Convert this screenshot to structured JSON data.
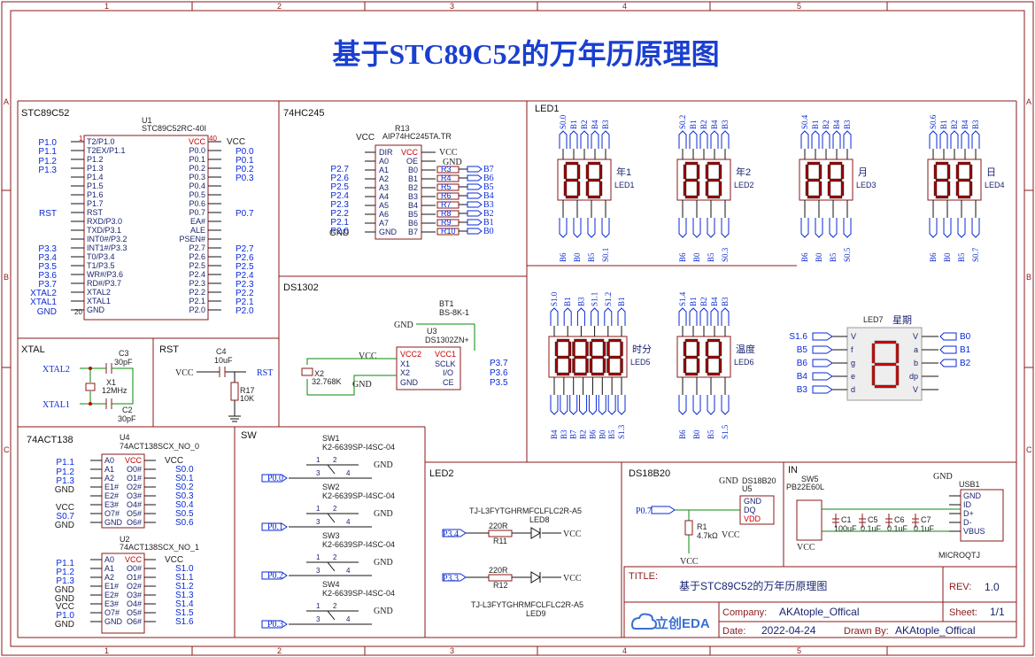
{
  "colors": {
    "border": "#8b1a1a",
    "title": "#1a3fd0",
    "net": "#0a2ad6",
    "label": "#1a2470",
    "pin_red": "#cc0000",
    "wire": "#0a8a0a",
    "seg_fill": "#990000"
  },
  "title": "基于STC89C52的万年历原理图",
  "grid": {
    "cols": [
      "1",
      "2",
      "3",
      "4",
      "5"
    ],
    "rows": [
      "A",
      "B",
      "C"
    ]
  },
  "sections": {
    "mcu": "STC89C52",
    "buffer": "74HC245",
    "rtc": "DS1302",
    "xtal": "XTAL",
    "rst": "RST",
    "decoder": "74ACT138",
    "sw": "SW",
    "led_grp": "LED1",
    "led2": "LED2",
    "temp": "DS18B20",
    "usb": "IN"
  },
  "u1": {
    "ref": "U1",
    "part": "STC89C52RC-40I",
    "left_nets": [
      "P1.0",
      "P1.1",
      "P1.2",
      "P1.3",
      "RST",
      "P3.3",
      "P3.4",
      "P3.5",
      "P3.6",
      "P3.7",
      "XTAL2",
      "XTAL1",
      "GND"
    ],
    "left_pins": [
      "T2/P1.0",
      "T2EX/P1.1",
      "P1.2",
      "P1.3",
      "P1.4",
      "P1.5",
      "P1.6",
      "P1.7",
      "RST",
      "RXD/P3.0",
      "TXD/P3.1",
      "INT0#/P3.2",
      "INT1#/P3.3",
      "T0/P3.4",
      "T1/P3.5",
      "WR#/P3.6",
      "RD#/P3.7",
      "XTAL2",
      "XTAL1",
      "GND"
    ],
    "right_pins": [
      "VCC",
      "P0.0",
      "P0.1",
      "P0.2",
      "P0.3",
      "P0.4",
      "P0.5",
      "P0.6",
      "P0.7",
      "EA#",
      "ALE",
      "PSEN#",
      "P2.7",
      "P2.6",
      "P2.5",
      "P2.4",
      "P2.3",
      "P2.2",
      "P2.1",
      "P2.0"
    ],
    "right_nets": [
      "VCC",
      "P0.0",
      "P0.1",
      "P0.2",
      "P0.3",
      "P0.7",
      "P2.7",
      "P2.6",
      "P2.5",
      "P2.4",
      "P2.3",
      "P2.2",
      "P2.1",
      "P2.0"
    ],
    "pin_1": "1",
    "pin_40": "40",
    "pin_20": "20"
  },
  "r13": {
    "ref": "R13",
    "part": "AIP74HC245TA.TR",
    "left_pins": [
      "DIR",
      "A0",
      "A1",
      "A2",
      "A3",
      "A4",
      "A5",
      "A6",
      "A7",
      "GND"
    ],
    "right_pins": [
      "VCC",
      "OE",
      "B0",
      "B1",
      "B2",
      "B3",
      "B4",
      "B5",
      "B6",
      "B7"
    ],
    "left_nets": [
      "VCC",
      "P2.7",
      "P2.6",
      "P2.5",
      "P2.4",
      "P2.3",
      "P2.2",
      "P2.1",
      "P2.0",
      "GND"
    ],
    "right_nets": [
      "VCC",
      "GND"
    ],
    "resistors": [
      "R3",
      "R4",
      "R5",
      "R6",
      "R7",
      "R8",
      "R9",
      "R10"
    ],
    "b_nets": [
      "B7",
      "B6",
      "B5",
      "B4",
      "B3",
      "B2",
      "B1",
      "B0"
    ]
  },
  "ds1302": {
    "bt": "BT1",
    "bt_part": "BS-8K-1",
    "ref": "U3",
    "part": "DS1302ZN+",
    "left_pins": [
      "VCC2",
      "X1",
      "X2",
      "GND"
    ],
    "right_pins": [
      "VCC1",
      "SCLK",
      "I/O",
      "CE"
    ],
    "right_nets": [
      "P3.7",
      "P3.6",
      "P3.5"
    ],
    "x2": "X2",
    "x2_freq": "32.768K",
    "vcc": "VCC",
    "gnd": "GND"
  },
  "xtal": {
    "nets": [
      "XTAL2",
      "XTAL1"
    ],
    "c3": "C3",
    "c3v": "30pF",
    "x1": "X1",
    "x1f": "12MHz",
    "c2": "C2",
    "c2v": "30pF"
  },
  "rst": {
    "c4": "C4",
    "c4v": "10uF",
    "vcc": "VCC",
    "net": "RST",
    "r17": "R17",
    "r17v": "10K"
  },
  "u4": {
    "ref": "U4",
    "part": "74ACT138SCX_NO_0",
    "left_nets": [
      "P1.1",
      "P1.2",
      "P1.3",
      "GND",
      "VCC",
      "S0.7",
      "GND"
    ],
    "pins_l": [
      "A0",
      "A1",
      "A2",
      "E1#",
      "E2#",
      "E3#",
      "O7#",
      "GND"
    ],
    "pins_r": [
      "VCC",
      "O0#",
      "O1#",
      "O2#",
      "O3#",
      "O4#",
      "O5#",
      "O6#"
    ],
    "out_nets": [
      "VCC",
      "S0.0",
      "S0.1",
      "S0.2",
      "S0.3",
      "S0.4",
      "S0.5",
      "S0.6"
    ]
  },
  "u2": {
    "ref": "U2",
    "part": "74ACT138SCX_NO_1",
    "left_nets": [
      "P1.1",
      "P1.2",
      "P1.3",
      "GND",
      "GND",
      "VCC",
      "P1.0",
      "GND"
    ],
    "pins_l": [
      "A0",
      "A1",
      "A2",
      "E1#",
      "E2#",
      "E3#",
      "O7#",
      "GND"
    ],
    "pins_r": [
      "VCC",
      "O0#",
      "O1#",
      "O2#",
      "O3#",
      "O4#",
      "O5#",
      "O6#"
    ],
    "out_nets": [
      "VCC",
      "S1.0",
      "S1.1",
      "S1.2",
      "S1.3",
      "S1.4",
      "S1.5",
      "S1.6"
    ]
  },
  "switches": [
    {
      "ref": "SW1",
      "part": "K2-6639SP-I4SC-04",
      "net": "P0.0"
    },
    {
      "ref": "SW2",
      "part": "K2-6639SP-I4SC-04",
      "net": "P0.1"
    },
    {
      "ref": "SW3",
      "part": "K2-6639SP-I4SC-04",
      "net": "P0.2"
    },
    {
      "ref": "SW4",
      "part": "K2-6639SP-I4SC-04",
      "net": "P0.3"
    }
  ],
  "leds": [
    {
      "part": "TJ-L3FYTGHRMFCLFLC2R-A5",
      "ref": "LED8",
      "r": "R11",
      "rv": "220R",
      "net": "P3.4",
      "vcc": "VCC"
    },
    {
      "part": "TJ-L3FYTGHRMFCLFLC2R-A5",
      "ref": "LED9",
      "r": "R12",
      "rv": "220R",
      "net": "P3.3",
      "vcc": "VCC"
    }
  ],
  "displays": [
    {
      "ref": "LED1",
      "name": "年1",
      "top": [
        "S0.0",
        "B1",
        "B2",
        "B4",
        "B3"
      ],
      "bot": [
        "B6",
        "B0",
        "B5",
        "S0.1"
      ]
    },
    {
      "ref": "LED2",
      "name": "年2",
      "top": [
        "S0.2",
        "B1",
        "B2",
        "B4",
        "B3"
      ],
      "bot": [
        "B6",
        "B0",
        "B5",
        "S0.3"
      ]
    },
    {
      "ref": "LED3",
      "name": "月",
      "top": [
        "S0.4",
        "B1",
        "B2",
        "B4",
        "B3"
      ],
      "bot": [
        "B6",
        "B0",
        "B5",
        "S0.5"
      ]
    },
    {
      "ref": "LED4",
      "name": "日",
      "top": [
        "S0.6",
        "B1",
        "B2",
        "B4",
        "B3"
      ],
      "bot": [
        "B6",
        "B0",
        "B5",
        "S0.7"
      ]
    },
    {
      "ref": "LED5",
      "name": "时分",
      "top": [
        "S1.0",
        "B1",
        "B3",
        "S1.1",
        "S1.2",
        "B1"
      ],
      "bot": [
        "B4",
        "B3",
        "B7",
        "B2",
        "B6",
        "B0",
        "B5",
        "S1.3"
      ]
    },
    {
      "ref": "LED6",
      "name": "温度",
      "top": [
        "S1.4",
        "B1",
        "B2",
        "B4",
        "B3"
      ],
      "bot": [
        "B6",
        "B0",
        "B5",
        "S1.5"
      ]
    }
  ],
  "led7": {
    "ref": "LED7",
    "name": "星期",
    "left_nets": [
      "S1.6",
      "B5",
      "B6",
      "B4",
      "B3"
    ],
    "left_pins": [
      "V",
      "f",
      "g",
      "e",
      "d"
    ],
    "right_pins": [
      "V",
      "a",
      "b",
      "dp",
      "V"
    ],
    "right_nets": [
      "B0",
      "B1",
      "B2"
    ]
  },
  "ds18b20": {
    "part": "DS18B20",
    "ref": "U5",
    "pins": [
      "GND",
      "DQ",
      "VDD"
    ],
    "net": "P0.7",
    "r": "R1",
    "rv": "4.7kΩ",
    "vcc": "VCC",
    "gnd": "GND"
  },
  "usb": {
    "sw": "SW5",
    "sw_part": "PB22E60L",
    "caps": [
      {
        "ref": "C1",
        "v": "100uF"
      },
      {
        "ref": "C5",
        "v": "0.1uF"
      },
      {
        "ref": "C6",
        "v": "0.1uF"
      },
      {
        "ref": "C7",
        "v": "0.1uF"
      }
    ],
    "ref": "USB1",
    "part": "MICROQTJ",
    "pins": [
      "GND",
      "ID",
      "D+",
      "D-",
      "VBUS"
    ],
    "vcc": "VCC",
    "gnd": "GND"
  },
  "titleblock": {
    "title_label": "TITLE:",
    "title": "基于STC89C52的万年历原理图",
    "rev_label": "REV:",
    "rev": "1.0",
    "company_label": "Company:",
    "company": "AKAtople_Offical",
    "sheet_label": "Sheet:",
    "sheet": "1/1",
    "date_label": "Date:",
    "date": "2022-04-24",
    "drawn_label": "Drawn By:",
    "drawn": "AKAtople_Offical",
    "logo": "立创EDA"
  }
}
